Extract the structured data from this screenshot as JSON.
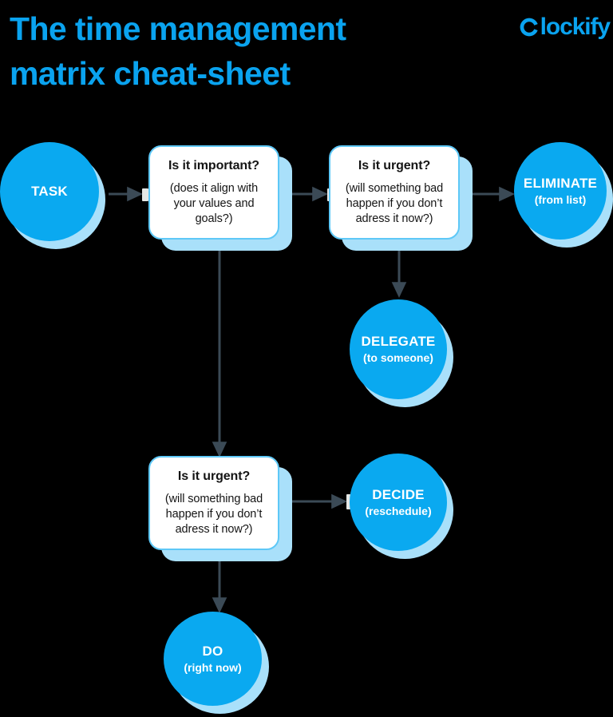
{
  "header": {
    "title": "The time management\nmatrix cheat-sheet",
    "logo_text": "lockify",
    "logo_mark_name": "clockify-c-mark",
    "brand_color": "#0aa3ef"
  },
  "colors": {
    "background": "#000000",
    "accent_blue": "#0aa9f0",
    "shadow_blue": "#a9e0fa",
    "box_border": "#5ec8f7",
    "box_fill": "#ffffff",
    "arrow": "#3b4a56",
    "tab": "#e6e8e6",
    "text_dark": "#141414",
    "text_light": "#ffffff"
  },
  "flowchart": {
    "type": "decision-tree",
    "nodes": [
      {
        "id": "task",
        "shape": "circle",
        "title": "TASK",
        "subtitle": ""
      },
      {
        "id": "important",
        "shape": "box",
        "title": "Is it important?",
        "subtitle": "(does it align with your values and goals?)"
      },
      {
        "id": "urgent-top",
        "shape": "box",
        "title": "Is it urgent?",
        "subtitle": "(will something bad happen if you don’t adress it now?)"
      },
      {
        "id": "eliminate",
        "shape": "circle",
        "title": "ELIMINATE",
        "subtitle": "(from list)"
      },
      {
        "id": "delegate",
        "shape": "circle",
        "title": "DELEGATE",
        "subtitle": "(to someone)"
      },
      {
        "id": "urgent-bottom",
        "shape": "box",
        "title": "Is it urgent?",
        "subtitle": "(will something bad happen if you don’t adress it now?)"
      },
      {
        "id": "decide",
        "shape": "circle",
        "title": "DECIDE",
        "subtitle": "(reschedule)"
      },
      {
        "id": "do",
        "shape": "circle",
        "title": "DO",
        "subtitle": "(right now)"
      }
    ],
    "edges": [
      {
        "from": "task",
        "to": "important",
        "direction": "right"
      },
      {
        "from": "important",
        "to": "urgent-top",
        "direction": "right"
      },
      {
        "from": "urgent-top",
        "to": "eliminate",
        "direction": "right"
      },
      {
        "from": "urgent-top",
        "to": "delegate",
        "direction": "down"
      },
      {
        "from": "important",
        "to": "urgent-bottom",
        "direction": "down"
      },
      {
        "from": "urgent-bottom",
        "to": "decide",
        "direction": "right"
      },
      {
        "from": "urgent-bottom",
        "to": "do",
        "direction": "down"
      }
    ]
  }
}
